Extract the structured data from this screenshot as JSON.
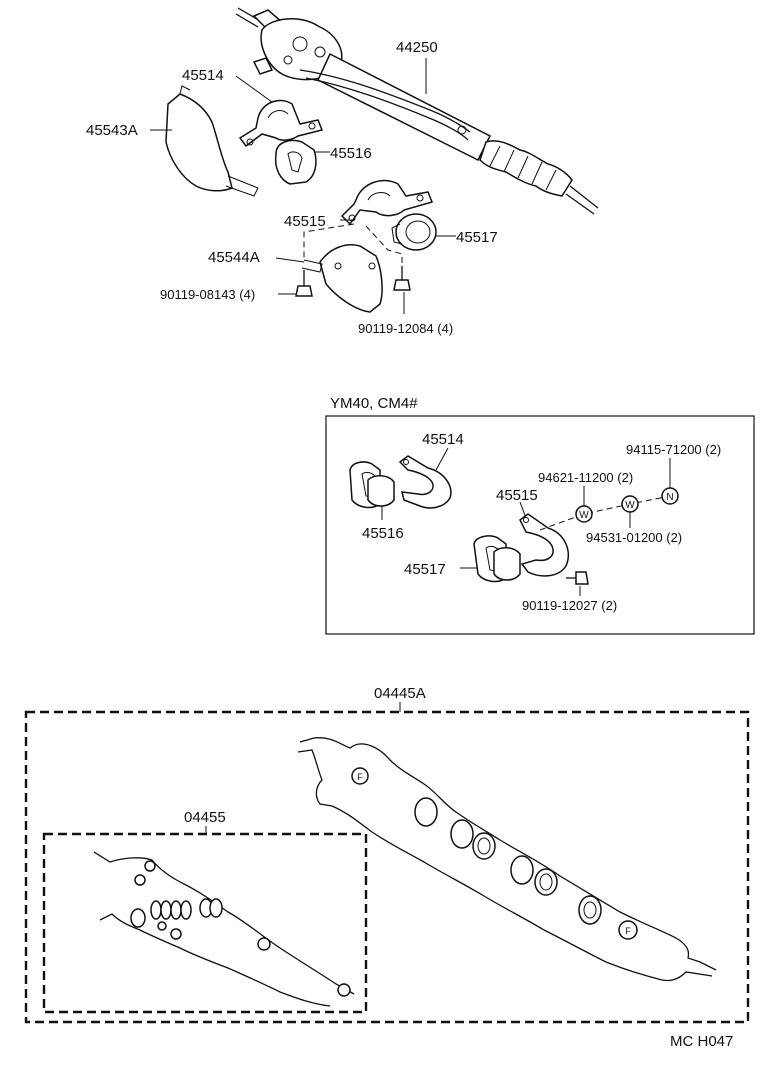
{
  "diagram": {
    "upper_labels": {
      "gear_assy": "44250",
      "bracket_left": "45514",
      "cover_left": "45543A",
      "grommet_left": "45516",
      "bracket_right": "45515",
      "grommet_right": "45517",
      "cover_right": "45544A",
      "bolt_a": "90119-08143 (4)",
      "bolt_b": "90119-12084 (4)"
    },
    "variant_box": {
      "title": "YM40, CM4#",
      "bracket_left": "45514",
      "grommet_left": "45516",
      "bracket_right": "45515",
      "grommet_right": "45517",
      "nut": "94115-71200 (2)",
      "washer_a": "94621-11200 (2)",
      "washer_b": "94531-01200 (2)",
      "bolt": "90119-12027 (2)",
      "symbol_w": "W",
      "symbol_n": "N"
    },
    "kits": {
      "outer_kit": "04445A",
      "inner_kit": "04455",
      "symbol_f": "F"
    },
    "footer_code": "MC  H047"
  }
}
